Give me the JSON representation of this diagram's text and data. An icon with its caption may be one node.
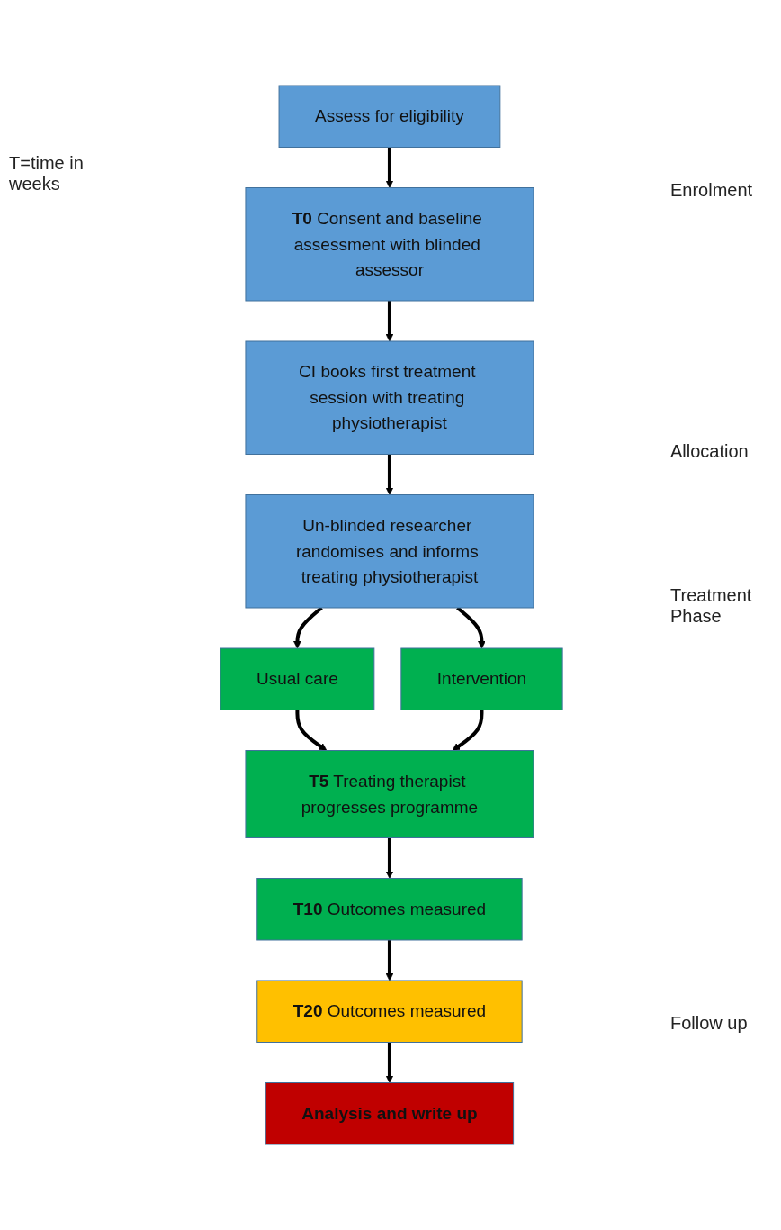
{
  "diagram": {
    "nodes": [
      {
        "text": [
          "Assess for eligibility"
        ]
      },
      {
        "text": [
          "**T0** Consent and baseline assessment with blinded assessor"
        ]
      },
      {
        "text": [
          "CI books first treatment session with treating physiotherapist"
        ]
      },
      {
        "text": [
          "Un-blinded researcher randomises and informs treating physiotherapist"
        ]
      },
      {
        "text": [
          "Usual care"
        ]
      },
      {
        "text": [
          "Intervention"
        ]
      },
      {
        "text": [
          "**T5** Treating therapist progresses programme"
        ]
      },
      {
        "text": [
          "**T10** Outcomes measured"
        ]
      },
      {
        "text": [
          "**T20** Outcomes measured"
        ]
      },
      {
        "text": [
          "Analysis and write up"
        ]
      }
    ],
    "edges": [
      {
        "from": 0,
        "to": 1,
        "arrow": "to"
      },
      {
        "from": 1,
        "to": 2,
        "arrow": "to"
      },
      {
        "from": 2,
        "to": 3,
        "arrow": "to"
      },
      {
        "from": 3,
        "to": 4,
        "arrow": "to"
      },
      {
        "from": 3,
        "to": 5,
        "arrow": "to"
      },
      {
        "from": 4,
        "to": 6,
        "arrow": "to"
      },
      {
        "from": 5,
        "to": 6,
        "arrow": "to"
      },
      {
        "from": 6,
        "to": 7,
        "arrow": "to"
      },
      {
        "from": 7,
        "to": 8,
        "arrow": "to"
      },
      {
        "from": 8,
        "to": 9,
        "arrow": "to"
      }
    ],
    "labels": [
      "T=time in weeks",
      "Enrolment",
      "Allocation",
      "Treatment Phase",
      "Follow up"
    ]
  }
}
